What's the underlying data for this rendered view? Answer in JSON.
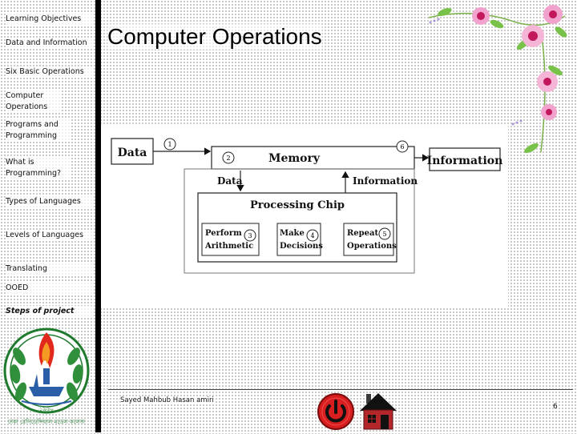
{
  "sidebar": {
    "items": [
      {
        "label": "Learning Objectives"
      },
      {
        "label": "Data and Information"
      },
      {
        "label": "Six Basic Operations"
      },
      {
        "label": "Computer Operations"
      },
      {
        "label": "Programs and Programming"
      },
      {
        "label": "What is Programming?"
      },
      {
        "label": "Types of Languages"
      },
      {
        "label": "Levels of Languages"
      },
      {
        "label": "Translating"
      },
      {
        "label": "OOED"
      },
      {
        "label": "Steps of project"
      }
    ]
  },
  "slide": {
    "title": "Computer Operations"
  },
  "diagram": {
    "data_label": "Data",
    "memory_label": "Memory",
    "information_out_label": "Information",
    "data_down_label": "Data",
    "information_up_label": "Information",
    "processing_chip_label": "Processing Chip",
    "perform_line1": "Perform",
    "perform_line2": "Arithmetic",
    "make_line1": "Make",
    "make_line2": "Decisions",
    "repeat_line1": "Repeat",
    "repeat_line2": "Operations",
    "step1": "1",
    "step2": "2",
    "step3": "3",
    "step4": "4",
    "step5": "5",
    "step6": "6"
  },
  "footer": {
    "author": "Sayed Mahbub Hasan amiri",
    "page_number": "6"
  },
  "logo": {
    "bottom_text": "ঢাকা রেসিডেন্সিয়াল মডেল কলেজ",
    "year_text": "১৯৬০"
  },
  "colors": {
    "power_red": "#d81e1e",
    "house_red": "#b3262a",
    "logo_green": "#1f7a2e",
    "flame": "#e0281c",
    "flower_pink": "#e88bbf"
  }
}
